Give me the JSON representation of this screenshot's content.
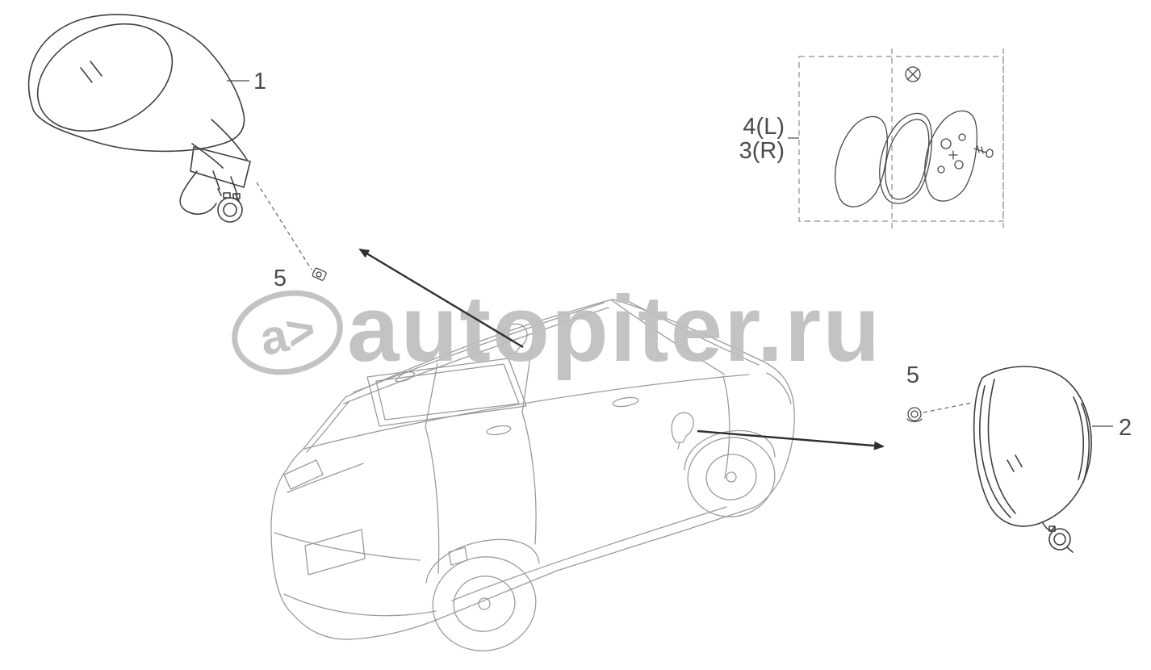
{
  "labels": {
    "part1": "1",
    "part2": "2",
    "part4_left": "4(L)",
    "part3_right": "3(R)",
    "part5_left": "5",
    "part5_right": "5"
  },
  "watermark": {
    "logo_text": "a>",
    "site_text": "autopiter.ru",
    "color": "#bfbfbf"
  },
  "colors": {
    "background": "#ffffff",
    "part_line": "#3f3f3f",
    "car_line": "#9b9b9b",
    "label_text": "#4a4a4a",
    "dashed_line": "#8f8f8f"
  }
}
